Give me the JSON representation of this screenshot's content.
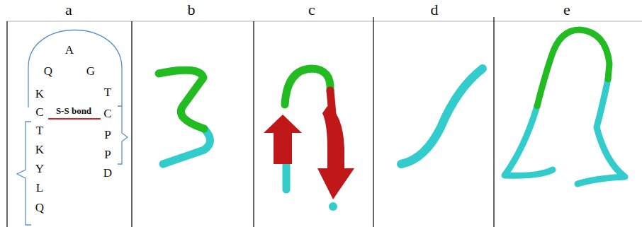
{
  "diagram": {
    "labels": [
      "a",
      "b",
      "c",
      "d",
      "e",
      "A",
      "Q",
      "G",
      "K",
      "T",
      "C",
      "S-S bond",
      "C",
      "T",
      "P",
      "K",
      "P",
      "Y",
      "D",
      "L",
      "Q"
    ]
  }
}
